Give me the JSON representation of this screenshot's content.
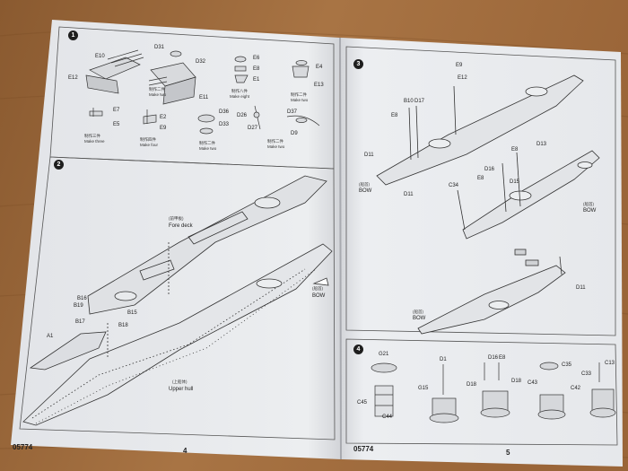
{
  "left_page": {
    "code": "05774",
    "page_number": "4",
    "step1": {
      "number": "1",
      "parts": [
        "E10",
        "E12",
        "D31",
        "D32",
        "E6",
        "E8",
        "E1",
        "E4",
        "E13",
        "E7",
        "E5",
        "E2",
        "E9",
        "D36",
        "D33",
        "D26",
        "D27",
        "D37",
        "D9",
        "E11"
      ],
      "notes": [
        {
          "zh": "制作二件",
          "en": "Make two"
        },
        {
          "zh": "制作八件",
          "en": "Make eight"
        },
        {
          "zh": "制作二件",
          "en": "Make two"
        },
        {
          "zh": "制作三件",
          "en": "Make three"
        },
        {
          "zh": "制作四件",
          "en": "Make four"
        },
        {
          "zh": "制作二件",
          "en": "Make two"
        },
        {
          "zh": "制作二件",
          "en": "Make two"
        }
      ]
    },
    "step2": {
      "number": "2",
      "parts": [
        "B16",
        "B19",
        "B17",
        "B15",
        "B18",
        "A1"
      ],
      "fore_deck": {
        "zh": "(前甲板)",
        "en": "Fore deck"
      },
      "upper_hull": {
        "zh": "(上船体)",
        "en": "Upper hull"
      },
      "bow": {
        "zh": "(船首)",
        "en": "BOW"
      }
    }
  },
  "right_page": {
    "code": "05774",
    "page_number": "5",
    "step3": {
      "number": "3",
      "parts": [
        "E9",
        "B10",
        "D17",
        "E12",
        "E8",
        "D11",
        "D11",
        "D13",
        "E8",
        "D16",
        "E8",
        "D15",
        "C34",
        "D11"
      ],
      "bow_labels": [
        {
          "zh": "(船首)",
          "en": "BOW"
        },
        {
          "zh": "(船首)",
          "en": "BOW"
        },
        {
          "zh": "(船首)",
          "en": "BOW"
        }
      ]
    },
    "step4": {
      "number": "4",
      "parts": [
        "G21",
        "C45",
        "C44",
        "D1",
        "G15",
        "D16",
        "E8",
        "D18",
        "D18",
        "C35",
        "C43",
        "C42",
        "C33",
        "C13"
      ]
    }
  },
  "colors": {
    "table": "#9a6a3c",
    "paper_left": "#e7e9ec",
    "paper_right": "#eef0f2",
    "ink": "#2a2a2a"
  }
}
